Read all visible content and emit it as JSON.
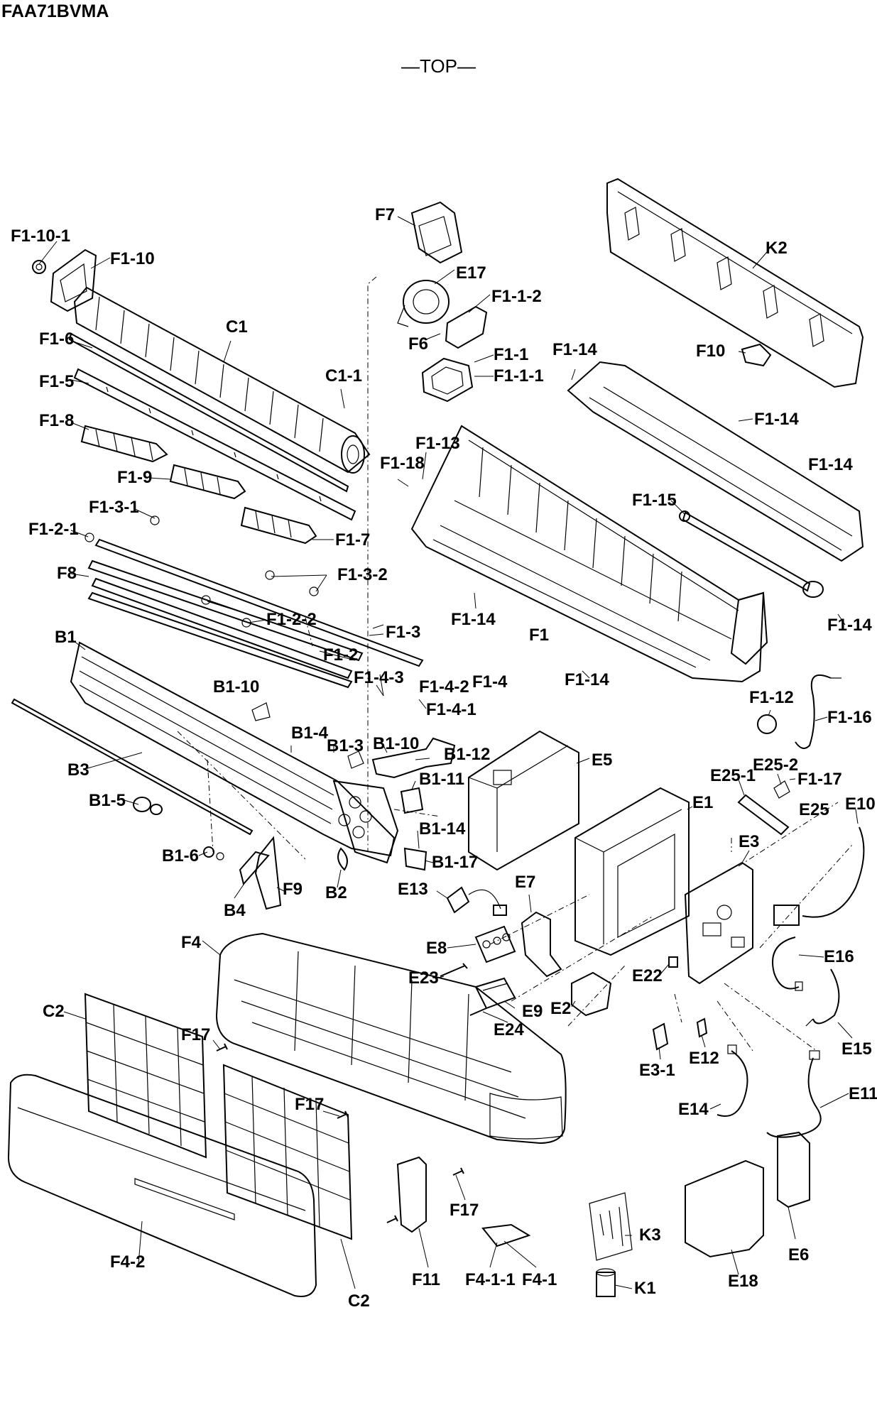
{
  "header": {
    "model": "FAA71BVMA",
    "view": "—TOP—"
  },
  "callouts": [
    {
      "id": "f1-10-1",
      "text": "F1-10-1"
    },
    {
      "id": "f1-10",
      "text": "F1-10"
    },
    {
      "id": "f7-top",
      "text": "F7"
    },
    {
      "id": "e17",
      "text": "E17"
    },
    {
      "id": "f1-1-2",
      "text": "F1-1-2"
    },
    {
      "id": "k2",
      "text": "K2"
    },
    {
      "id": "c1",
      "text": "C1"
    },
    {
      "id": "f1-6",
      "text": "F1-6"
    },
    {
      "id": "f6",
      "text": "F6"
    },
    {
      "id": "f1-1",
      "text": "F1-1"
    },
    {
      "id": "f1-1-1",
      "text": "F1-1-1"
    },
    {
      "id": "f1-14-a",
      "text": "F1-14"
    },
    {
      "id": "f10",
      "text": "F10"
    },
    {
      "id": "f1-5",
      "text": "F1-5"
    },
    {
      "id": "c1-1",
      "text": "C1-1"
    },
    {
      "id": "f1-14-b",
      "text": "F1-14"
    },
    {
      "id": "f1-8",
      "text": "F1-8"
    },
    {
      "id": "f1-13",
      "text": "F1-13"
    },
    {
      "id": "f1-18",
      "text": "F1-18"
    },
    {
      "id": "f1-14-c",
      "text": "F1-14"
    },
    {
      "id": "f1-9",
      "text": "F1-9"
    },
    {
      "id": "f1-15",
      "text": "F1-15"
    },
    {
      "id": "f1-3-1",
      "text": "F1-3-1"
    },
    {
      "id": "f1-2-1",
      "text": "F1-2-1"
    },
    {
      "id": "f1-7",
      "text": "F1-7"
    },
    {
      "id": "f8",
      "text": "F8"
    },
    {
      "id": "f1-3-2",
      "text": "F1-3-2"
    },
    {
      "id": "f1-2-2",
      "text": "F1-2-2"
    },
    {
      "id": "f1-14-d",
      "text": "F1-14"
    },
    {
      "id": "f1-14-e",
      "text": "F1-14"
    },
    {
      "id": "b1",
      "text": "B1"
    },
    {
      "id": "f1-3",
      "text": "F1-3"
    },
    {
      "id": "f1",
      "text": "F1"
    },
    {
      "id": "f1-2",
      "text": "F1-2"
    },
    {
      "id": "f1-4-3",
      "text": "F1-4-3"
    },
    {
      "id": "f1-4-2",
      "text": "F1-4-2"
    },
    {
      "id": "f1-4",
      "text": "F1-4"
    },
    {
      "id": "f1-14-f",
      "text": "F1-14"
    },
    {
      "id": "b1-10-a",
      "text": "B1-10"
    },
    {
      "id": "f1-4-1",
      "text": "F1-4-1"
    },
    {
      "id": "f1-12",
      "text": "F1-12"
    },
    {
      "id": "f1-16",
      "text": "F1-16"
    },
    {
      "id": "b1-4",
      "text": "B1-4"
    },
    {
      "id": "b1-3",
      "text": "B1-3"
    },
    {
      "id": "b1-10-b",
      "text": "B1-10"
    },
    {
      "id": "b1-12",
      "text": "B1-12"
    },
    {
      "id": "e5",
      "text": "E5"
    },
    {
      "id": "e25-2",
      "text": "E25-2"
    },
    {
      "id": "b3",
      "text": "B3"
    },
    {
      "id": "e25-1",
      "text": "E25-1"
    },
    {
      "id": "f1-17",
      "text": "F1-17"
    },
    {
      "id": "b1-11",
      "text": "B1-11"
    },
    {
      "id": "b1-5",
      "text": "B1-5"
    },
    {
      "id": "e1",
      "text": "E1"
    },
    {
      "id": "e25",
      "text": "E25"
    },
    {
      "id": "e10",
      "text": "E10"
    },
    {
      "id": "b1-14",
      "text": "B1-14"
    },
    {
      "id": "e3",
      "text": "E3"
    },
    {
      "id": "b1-6",
      "text": "B1-6"
    },
    {
      "id": "b1-17",
      "text": "B1-17"
    },
    {
      "id": "e13",
      "text": "E13"
    },
    {
      "id": "e7",
      "text": "E7"
    },
    {
      "id": "f9",
      "text": "F9"
    },
    {
      "id": "b2",
      "text": "B2"
    },
    {
      "id": "b4",
      "text": "B4"
    },
    {
      "id": "f4",
      "text": "F4"
    },
    {
      "id": "e8",
      "text": "E8"
    },
    {
      "id": "e16",
      "text": "E16"
    },
    {
      "id": "e23",
      "text": "E23"
    },
    {
      "id": "e22",
      "text": "E22"
    },
    {
      "id": "c2-a",
      "text": "C2"
    },
    {
      "id": "e2",
      "text": "E2"
    },
    {
      "id": "e9",
      "text": "E9"
    },
    {
      "id": "e24",
      "text": "E24"
    },
    {
      "id": "f17-a",
      "text": "F17"
    },
    {
      "id": "e15",
      "text": "E15"
    },
    {
      "id": "e12",
      "text": "E12"
    },
    {
      "id": "e3-1",
      "text": "E3-1"
    },
    {
      "id": "e11",
      "text": "E11"
    },
    {
      "id": "f17-b",
      "text": "F17"
    },
    {
      "id": "e14",
      "text": "E14"
    },
    {
      "id": "f17-c",
      "text": "F17"
    },
    {
      "id": "k3",
      "text": "K3"
    },
    {
      "id": "e6",
      "text": "E6"
    },
    {
      "id": "f4-2",
      "text": "F4-2"
    },
    {
      "id": "f11",
      "text": "F11"
    },
    {
      "id": "f4-1-1",
      "text": "F4-1-1"
    },
    {
      "id": "f4-1",
      "text": "F4-1"
    },
    {
      "id": "e18",
      "text": "E18"
    },
    {
      "id": "c2-b",
      "text": "C2"
    },
    {
      "id": "k1",
      "text": "K1"
    }
  ]
}
